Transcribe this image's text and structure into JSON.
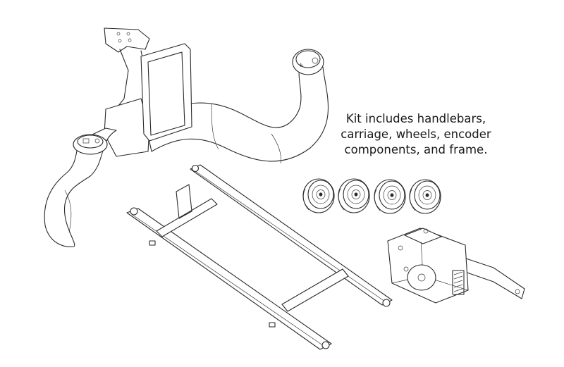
{
  "caption": {
    "lines": [
      "Kit includes handlebars,",
      "carriage, wheels, encoder",
      "components, and frame."
    ]
  },
  "parts": {
    "wheel_count": 4
  }
}
